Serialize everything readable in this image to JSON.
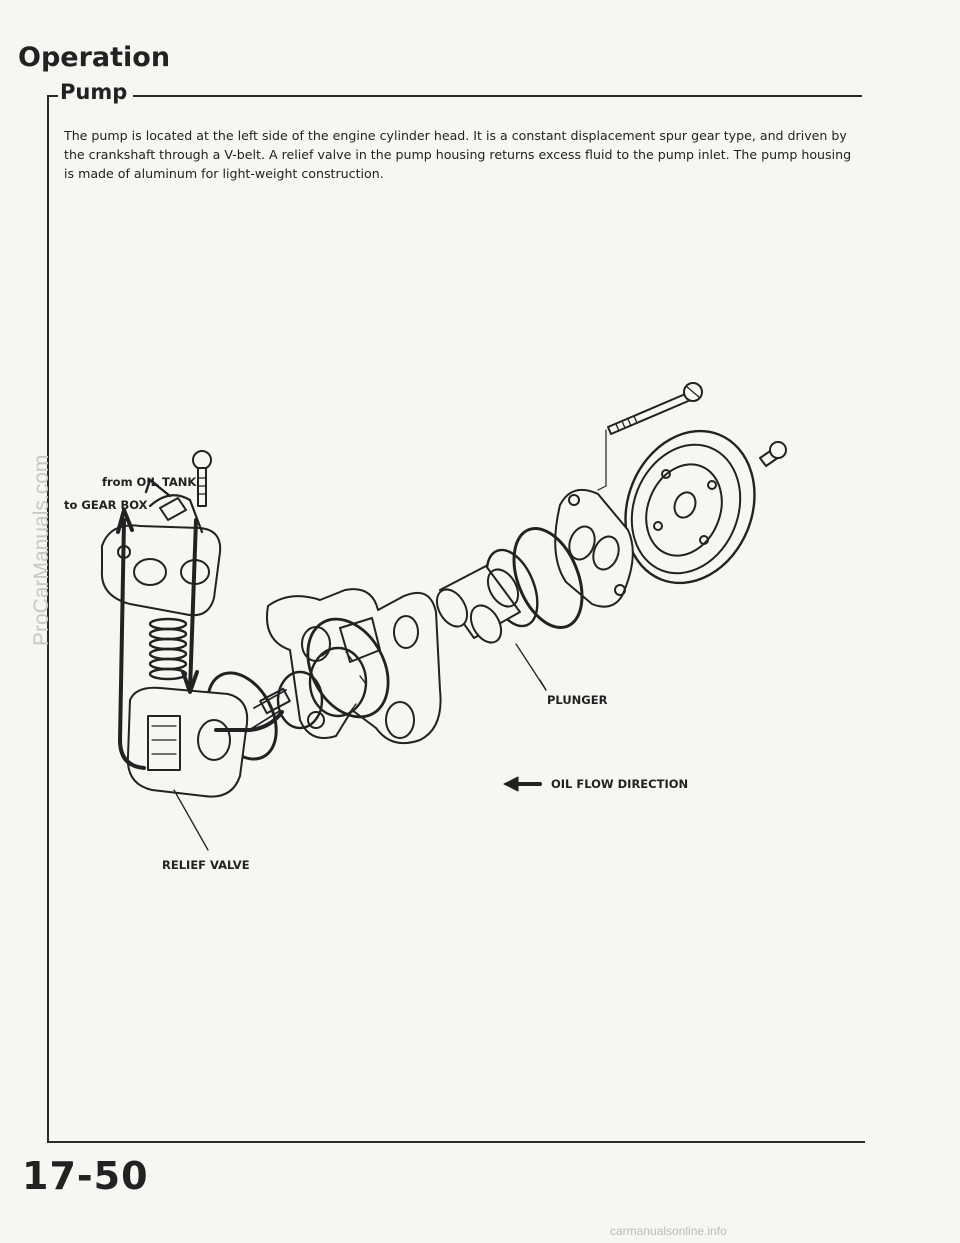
{
  "section_title": "Operation",
  "subsection_title": "Pump",
  "intro_text": "The pump is located at the left side of the engine cylinder head. It is a constant displacement spur gear type, and driven by the crankshaft through a V-belt. A relief valve in the pump housing returns excess fluid to the pump inlet. The pump housing is made of aluminum for light-weight construction.",
  "labels": {
    "from_oil_tank": "from OIL TANK",
    "to_gear_box": "to GEAR BOX",
    "plunger": "PLUNGER",
    "oil_flow_direction": "OIL FLOW DIRECTION",
    "relief_valve": "RELIEF VALVE"
  },
  "page_number": "17-50",
  "watermark_text": "ProCarManuals.com",
  "footer_watermark": "carmanualsonline.info",
  "colors": {
    "ink": "#222222",
    "paper": "#f7f6f2",
    "watermark": "#c7c7c7"
  }
}
